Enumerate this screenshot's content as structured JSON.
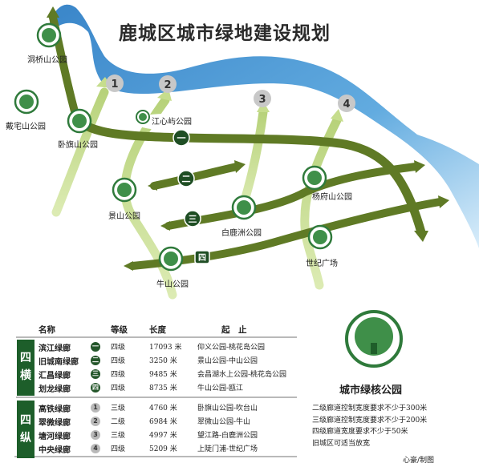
{
  "title": "鹿城区城市绿地建设规划",
  "parks": {
    "dongqiaoshan": "洞桥山公园",
    "daizhaishan": "戴宅山公园",
    "woqishan": "卧旗山公园",
    "jiangxinyu": "江心屿公园",
    "jingshan": "景山公园",
    "bailuzhou": "白鹿洲公园",
    "yangfushan": "杨府山公园",
    "shiji": "世纪广场",
    "niushan": "牛山公园"
  },
  "map_markers": {
    "v1": "1",
    "v2": "2",
    "v3": "3",
    "v4": "4",
    "h1": "一",
    "h2": "二",
    "h3": "三",
    "h4": "四"
  },
  "table": {
    "headers": {
      "name": "名称",
      "level": "等级",
      "length": "长度",
      "range": "起　止"
    },
    "group_h": "四\n横",
    "group_v": "四\n纵",
    "rows_h": [
      {
        "name": "滨江绿廊",
        "badge": "一",
        "level": "四级",
        "length": "17093 米",
        "range": "仰义公园-桃花岛公园"
      },
      {
        "name": "旧城南绿廊",
        "badge": "二",
        "level": "四级",
        "length": "3250 米",
        "range": "景山公园-中山公园"
      },
      {
        "name": "汇昌绿廊",
        "badge": "三",
        "level": "四级",
        "length": "9485 米",
        "range": "会昌湖水上公园-桃花岛公园"
      },
      {
        "name": "划龙绿廊",
        "badge": "四",
        "level": "四级",
        "length": "8735 米",
        "range": "牛山公园-瓯江"
      }
    ],
    "rows_v": [
      {
        "name": "高铁绿廊",
        "badge": "1",
        "level": "三级",
        "length": "4760 米",
        "range": "卧旗山公园-吹台山"
      },
      {
        "name": "翠微绿廊",
        "badge": "2",
        "level": "二级",
        "length": "6984 米",
        "range": "翠微山公园-牛山"
      },
      {
        "name": "塘河绿廊",
        "badge": "3",
        "level": "三级",
        "length": "4997 米",
        "range": "望江路-白鹿洲公园"
      },
      {
        "name": "中央绿廊",
        "badge": "4",
        "level": "四级",
        "length": "5209 米",
        "range": "上陡门浦-世纪广场"
      }
    ]
  },
  "legend": {
    "title": "城市绿核公园",
    "notes": [
      "二级廊道控制宽度要求不少于300米",
      "三级廊道控制宽度要求不少于200米",
      "四级廊道宽度要求不少于50米",
      "旧城区可适当放宽"
    ]
  },
  "credit": "心豪/制图",
  "colors": {
    "river": "#3d8fcf",
    "corridor_dark": "#5f7a25",
    "corridor_light": "#c6dd8d",
    "park_circle": "#2f7a3b",
    "badge_dark": "#24562a",
    "badge_grey": "#b9b9b9"
  }
}
